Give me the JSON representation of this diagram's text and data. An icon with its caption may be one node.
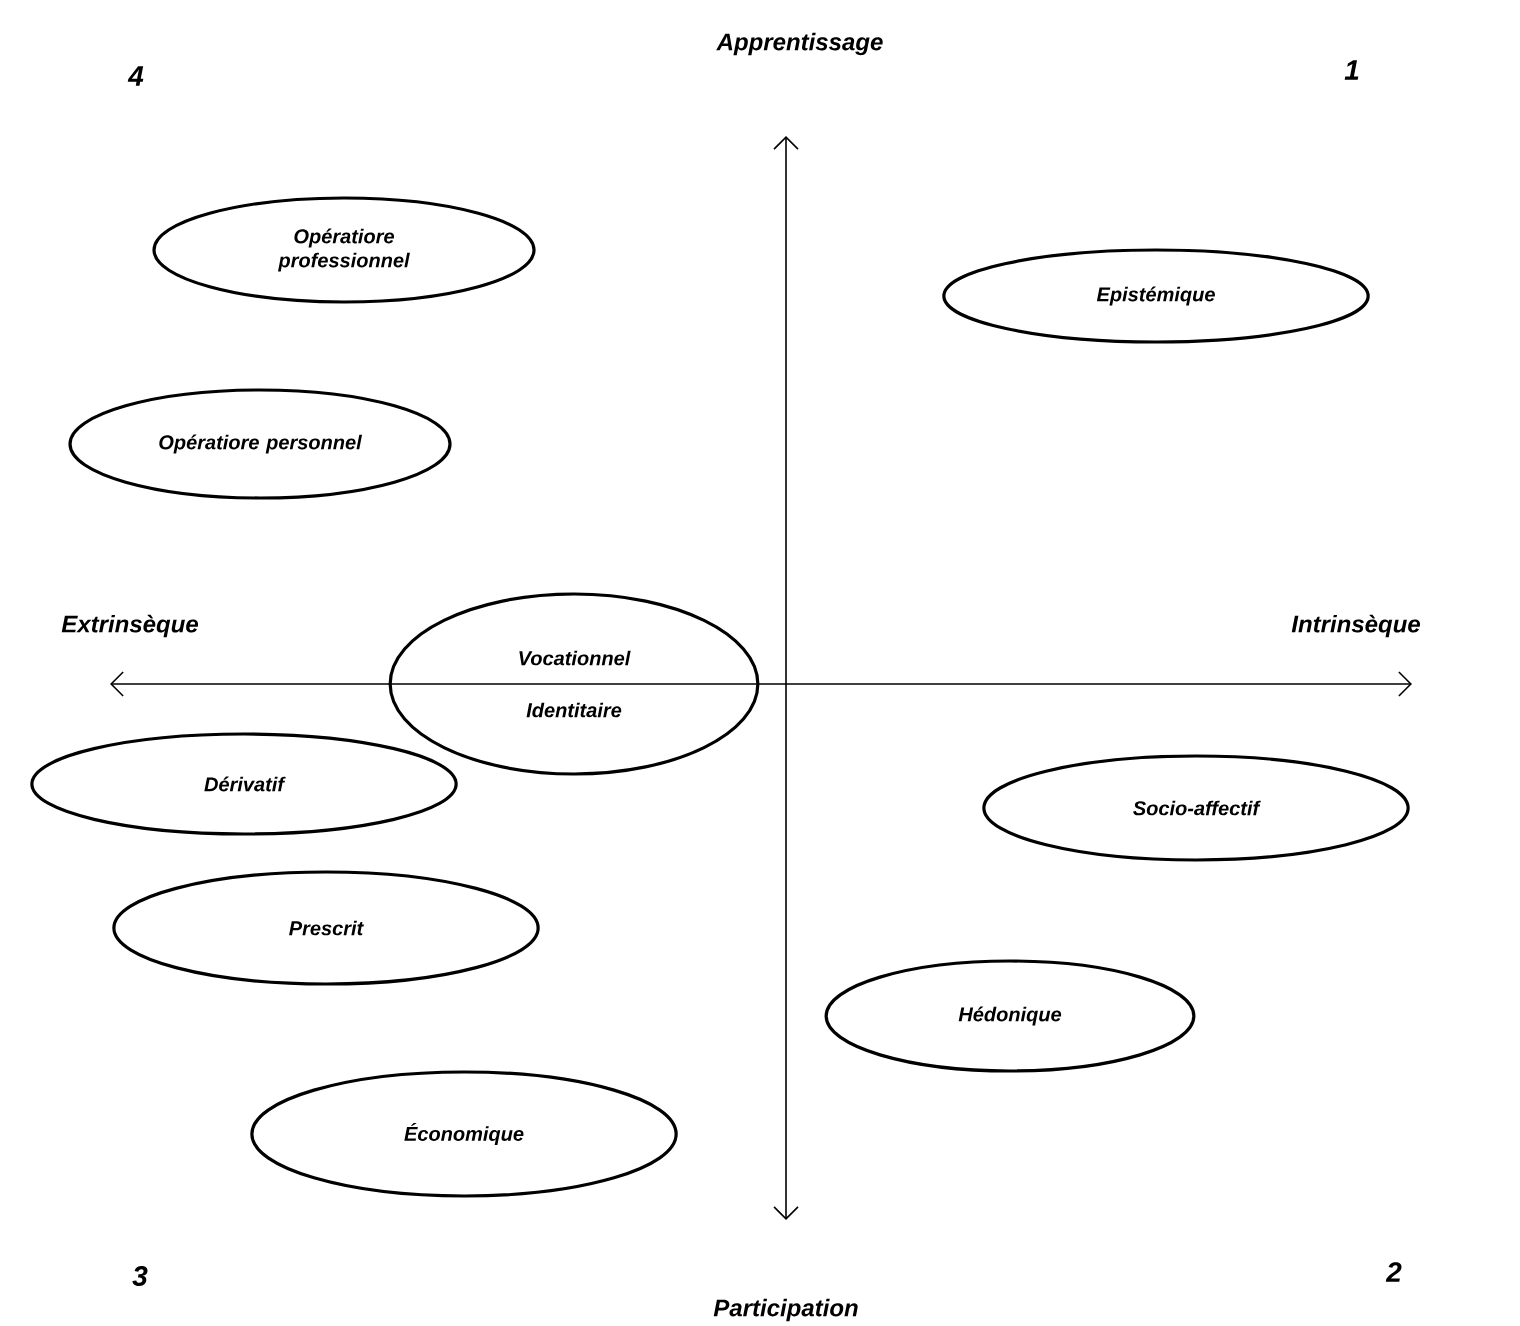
{
  "diagram": {
    "nodes": [
      {
        "text": [
          "Opératiore professionnel"
        ]
      },
      {
        "text": [
          "Epistémique"
        ]
      },
      {
        "text": [
          "Opératiore personnel"
        ]
      },
      {
        "text": [
          "Vocationnel",
          "Identitaire"
        ]
      },
      {
        "text": [
          "Socio-affectif"
        ]
      },
      {
        "text": [
          "Dérivatif"
        ]
      },
      {
        "text": [
          "Prescrit"
        ]
      },
      {
        "text": [
          "Hédonique"
        ]
      },
      {
        "text": [
          "Économique"
        ]
      }
    ],
    "labels": [
      "4",
      "Apprentissage",
      "1",
      "Extrinsèque",
      "Intrinsèque",
      "3",
      "2",
      "Participation"
    ]
  }
}
